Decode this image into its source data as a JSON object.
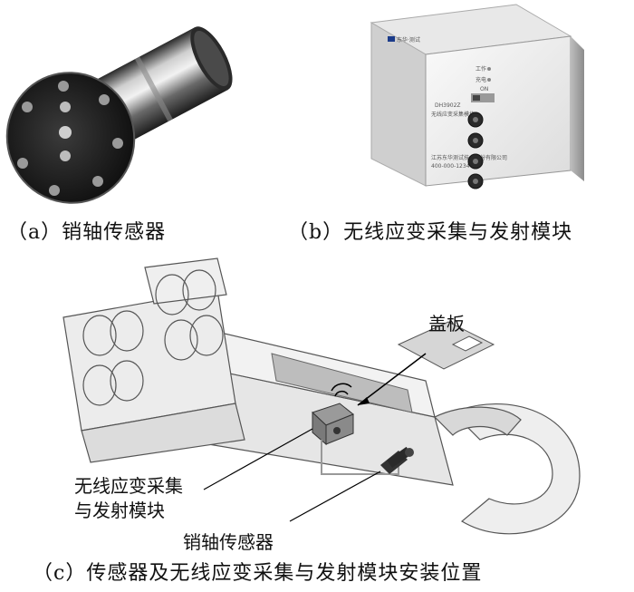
{
  "figure": {
    "panel_a": {
      "caption": "（a）销轴传感器"
    },
    "panel_b": {
      "caption": "（b）无线应变采集与发射模块",
      "device_brand": "东华·测试",
      "device_model": "DH3902Z",
      "device_name": "无线应变采集模块",
      "device_maker": "江苏东华测试技术股份有限公司",
      "device_phone": "400-000-1234",
      "indicator_work": "工作",
      "indicator_charge": "充电",
      "switch_label": "ON"
    },
    "panel_c": {
      "caption": "（c）传感器及无线应变采集与发射模块安装位置",
      "label_cover": "盖板",
      "label_module_line1": "无线应变采集",
      "label_module_line2": "与发射模块",
      "label_sensor": "销轴传感器"
    }
  }
}
